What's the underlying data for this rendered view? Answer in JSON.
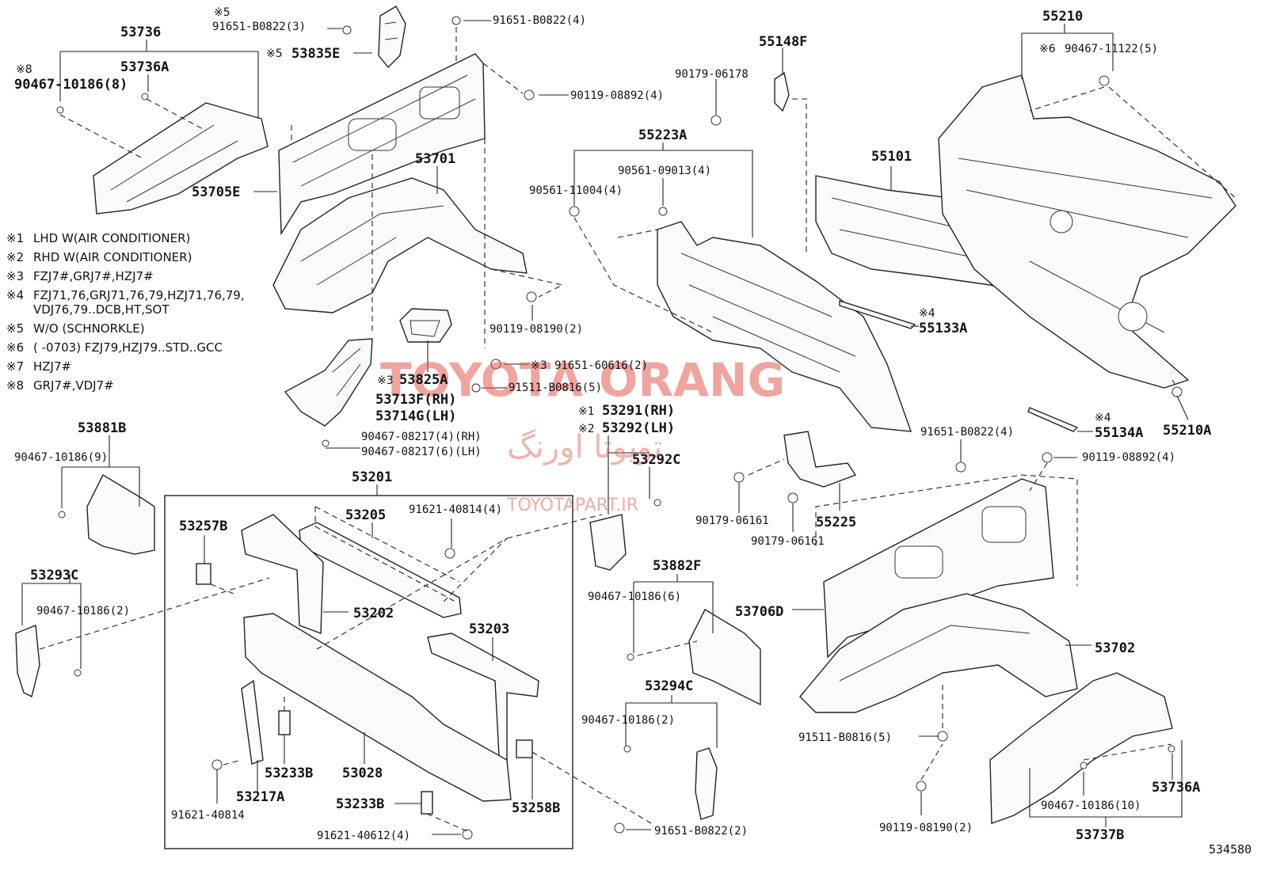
{
  "watermark": {
    "brand": "TOYOTA ORANG",
    "farsi": "تویوتا اورنگ",
    "site": "TOYOTAPART.IR",
    "color": "#e25a4f"
  },
  "notes": [
    {
      "mark": "※1",
      "text": "LHD W(AIR CONDITIONER)"
    },
    {
      "mark": "※2",
      "text": "RHD W(AIR CONDITIONER)"
    },
    {
      "mark": "※3",
      "text": "FZJ7#,GRJ7#,HZJ7#"
    },
    {
      "mark": "※4",
      "text": "FZJ71,76,GRJ71,76,79,HZJ71,76,79,"
    },
    {
      "mark": "",
      "text": "VDJ76,79..DCB,HT,SOT"
    },
    {
      "mark": "※5",
      "text": "W/O (SCHNORKLE)"
    },
    {
      "mark": "※6",
      "text": "(      -0703) FZJ79,HZJ79..STD..GCC"
    },
    {
      "mark": "※7",
      "text": "HZJ7#"
    },
    {
      "mark": "※8",
      "text": "GRJ7#,VDJ7#"
    }
  ],
  "marks": {
    "m5a": "※5",
    "m5b": "※5",
    "m8": "※8",
    "m6": "※6",
    "m4a": "※4",
    "m4b": "※4",
    "m3a": "※3",
    "m3b": "※3",
    "m1": "※1",
    "m2": "※2"
  },
  "parts": {
    "p53736": "53736",
    "p53736A_top": "53736A",
    "p90467_10186_8": "90467-10186(8)",
    "p91651_B0822_3": "91651-B0822(3)",
    "p53835E": "53835E",
    "p91651_B0822_4_top": "91651-B0822(4)",
    "p90119_08892_4_top": "90119-08892(4)",
    "p55148F": "55148F",
    "p90179_06178": "90179-06178",
    "p55210": "55210",
    "p90467_11122_5": "90467-11122(5)",
    "p53705E": "53705E",
    "p53701": "53701",
    "p55223A": "55223A",
    "p90561_09013_4": "90561-09013(4)",
    "p90561_11004_4": "90561-11004(4)",
    "p55101": "55101",
    "p90119_08190_2_top": "90119-08190(2)",
    "p55133A": "55133A",
    "p53825A": "53825A",
    "p91651_60616_2": "91651-60616(2)",
    "p91511_B0816_5_top": "91511-B0816(5)",
    "p53713F": "53713F(RH)",
    "p53714G": "53714G(LH)",
    "p90467_08217_4": "90467-08217(4)(RH)",
    "p90467_08217_6": "90467-08217(6)(LH)",
    "p53291": "53291(RH)",
    "p53292": "53292(LH)",
    "p53292C": "53292C",
    "p55134A": "55134A",
    "p55210A": "55210A",
    "p53881B": "53881B",
    "p90467_10186_9": "90467-10186(9)",
    "p53201": "53201",
    "p53205": "53205",
    "p91621_40814_4": "91621-40814(4)",
    "p53257B": "53257B",
    "p91651_B0822_4_r": "91651-B0822(4)",
    "p90119_08892_4_r": "90119-08892(4)",
    "p90179_06161_a": "90179-06161",
    "p55225": "55225",
    "p90179_06161_b": "90179-06161",
    "p53293C": "53293C",
    "p90467_10186_2_l": "90467-10186(2)",
    "p53202": "53202",
    "p53882F": "53882F",
    "p90467_10186_6": "90467-10186(6)",
    "p53706D": "53706D",
    "p53203": "53203",
    "p53702": "53702",
    "p53294C": "53294C",
    "p90467_10186_2_m": "90467-10186(2)",
    "p91511_B0816_5_bot": "91511-B0816(5)",
    "p53233B_a": "53233B",
    "p53028": "53028",
    "p91621_40814": "91621-40814",
    "p53217A": "53217A",
    "p53233B_b": "53233B",
    "p53258B": "53258B",
    "p53736A_bot": "53736A",
    "p90467_10186_10": "90467-10186(10)",
    "p91621_40612_4": "91621-40612(4)",
    "p91651_B0822_2": "91651-B0822(2)",
    "p90119_08190_2_bot": "90119-08190(2)",
    "p53737B": "53737B"
  },
  "illustration_code": "534580"
}
